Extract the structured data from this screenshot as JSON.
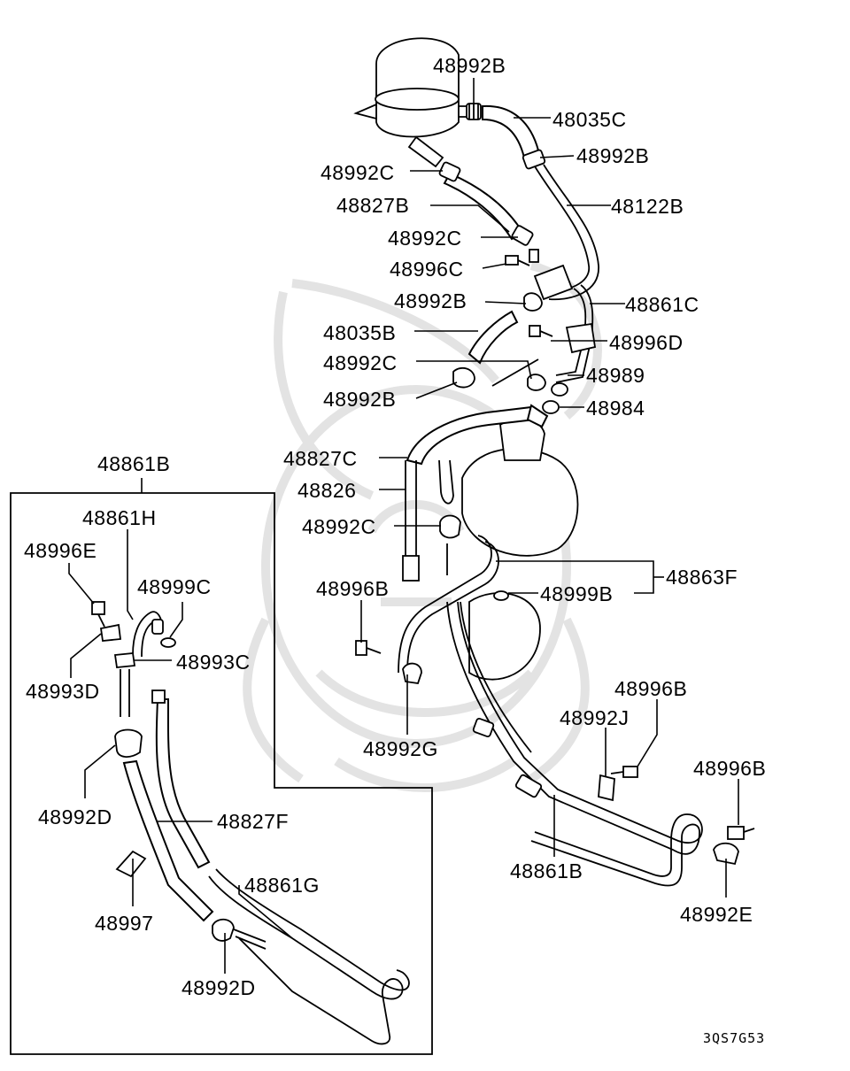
{
  "labels": {
    "l01": "48992B",
    "l02": "48035C",
    "l03": "48992B",
    "l04": "48992C",
    "l05": "48827B",
    "l06": "48122B",
    "l07": "48992C",
    "l08": "48996C",
    "l09": "48992B",
    "l10": "48861C",
    "l11": "48035B",
    "l12": "48996D",
    "l13": "48992C",
    "l14": "48989",
    "l15": "48992B",
    "l16": "48984",
    "l17": "48827C",
    "l18": "48826",
    "l19": "48992C",
    "l20": "48863F",
    "l21": "48996B",
    "l22": "48999B",
    "l23": "48996B",
    "l24": "48992J",
    "l25": "48992G",
    "l26": "48996B",
    "l27": "48861B",
    "l28": "48992E",
    "l29": "48861B",
    "l30": "48861H",
    "l31": "48996E",
    "l32": "48999C",
    "l33": "48993C",
    "l34": "48993D",
    "l35": "48992D",
    "l36": "48827F",
    "l37": "48861G",
    "l38": "48997",
    "l39": "48992D"
  },
  "figure_code": "3QS7G53"
}
